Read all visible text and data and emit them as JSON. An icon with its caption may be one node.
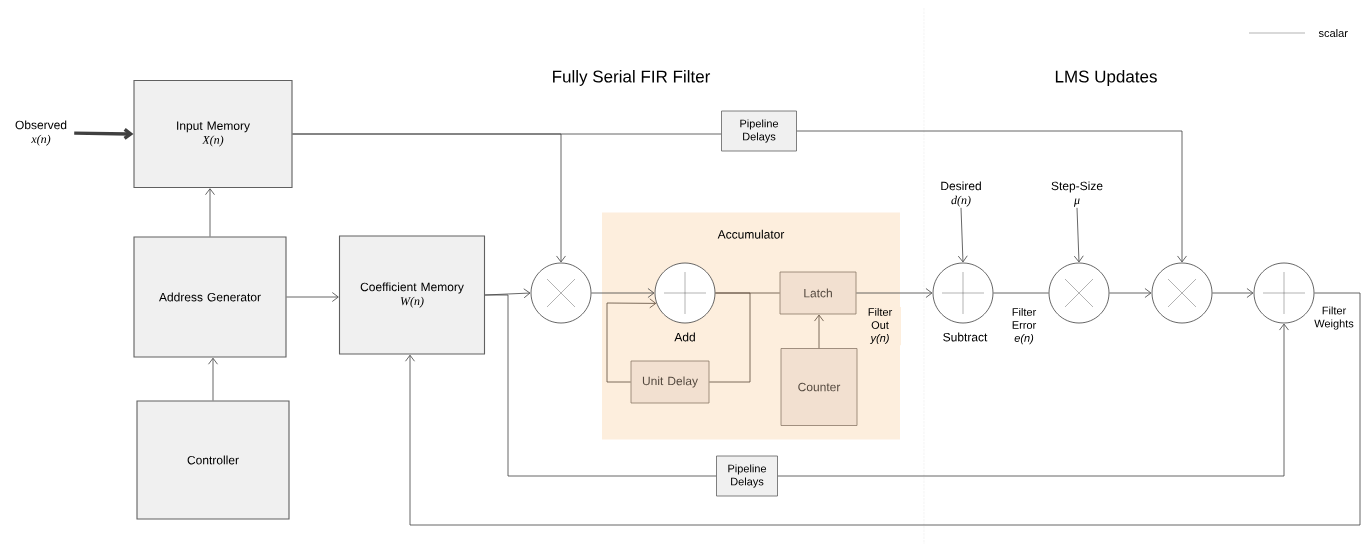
{
  "diagram": {
    "nodes": [
      {
        "text": [
          "Observed",
          "x(n)"
        ]
      },
      {
        "text": [
          "Input Memory",
          "X(n)"
        ]
      },
      {
        "text": [
          "Address Generator"
        ]
      },
      {
        "text": [
          "Controller"
        ]
      },
      {
        "text": [
          "Coefficient Memory",
          "W(n)"
        ]
      },
      {
        "text": [],
        "shape": "circle"
      },
      {
        "text": [
          "Accumulator"
        ]
      },
      {
        "text": [],
        "shape": "circle",
        "beside": [
          "Add"
        ],
        "in": 6
      },
      {
        "text": [
          "Unit Delay"
        ],
        "in": 6
      },
      {
        "text": [
          "Latch"
        ],
        "in": 6
      },
      {
        "text": [
          "Counter"
        ],
        "in": 6
      },
      {
        "text": [],
        "shape": "circle",
        "beside": [
          "Subtract"
        ]
      },
      {
        "text": [
          "Desired",
          "d(n)"
        ]
      },
      {
        "text": [
          "Step-Size",
          "μ"
        ]
      },
      {
        "text": [],
        "shape": "circle"
      },
      {
        "text": [],
        "shape": "circle"
      },
      {
        "text": [],
        "shape": "circle"
      },
      {
        "text": [
          "Pipeline Delays"
        ]
      },
      {
        "text": [
          "Pipeline Delays"
        ]
      }
    ],
    "edges": [
      {
        "from": 0,
        "to": 1,
        "arrow": "to",
        "style": "thick"
      },
      {
        "from": 2,
        "to": 1,
        "arrow": "to"
      },
      {
        "from": 3,
        "to": 2,
        "arrow": "to"
      },
      {
        "from": 2,
        "to": 4,
        "arrow": "to"
      },
      {
        "from": 1,
        "to": 5,
        "arrow": "to"
      },
      {
        "from": 1,
        "to": 17,
        "arrow": "none"
      },
      {
        "from": 17,
        "to": 15,
        "arrow": "to"
      },
      {
        "from": 4,
        "to": 5,
        "arrow": "to"
      },
      {
        "from": 4,
        "to": 18,
        "arrow": "none"
      },
      {
        "from": 18,
        "to": 16,
        "arrow": "to"
      },
      {
        "from": 5,
        "to": 7,
        "arrow": "to"
      },
      {
        "from": 7,
        "to": 9,
        "arrow": "none",
        "color": "#5c4a3a"
      },
      {
        "from": 7,
        "to": 8,
        "arrow": "none",
        "color": "#5c4a3a"
      },
      {
        "from": 8,
        "to": 7,
        "arrow": "to",
        "color": "#5c4a3a"
      },
      {
        "from": 10,
        "to": 9,
        "arrow": "to",
        "color": "#5c4a3a"
      },
      {
        "from": 9,
        "to": 11,
        "arrow": "to",
        "label": "Filter Out *y(n)*"
      },
      {
        "from": 12,
        "to": 11,
        "arrow": "to"
      },
      {
        "from": 13,
        "to": 14,
        "arrow": "to"
      },
      {
        "from": 11,
        "to": 14,
        "arrow": "none",
        "label": "Filter Error *e(n)*"
      },
      {
        "from": 14,
        "to": 15,
        "arrow": "to"
      },
      {
        "from": 15,
        "to": 16,
        "arrow": "to"
      },
      {
        "from": 16,
        "to": 4,
        "arrow": "to",
        "label": "Filter Weights"
      }
    ],
    "labels": [
      "Fully Serial FIR Filter",
      "LMS Updates"
    ],
    "legend": [
      {
        "text": "scalar"
      }
    ]
  }
}
